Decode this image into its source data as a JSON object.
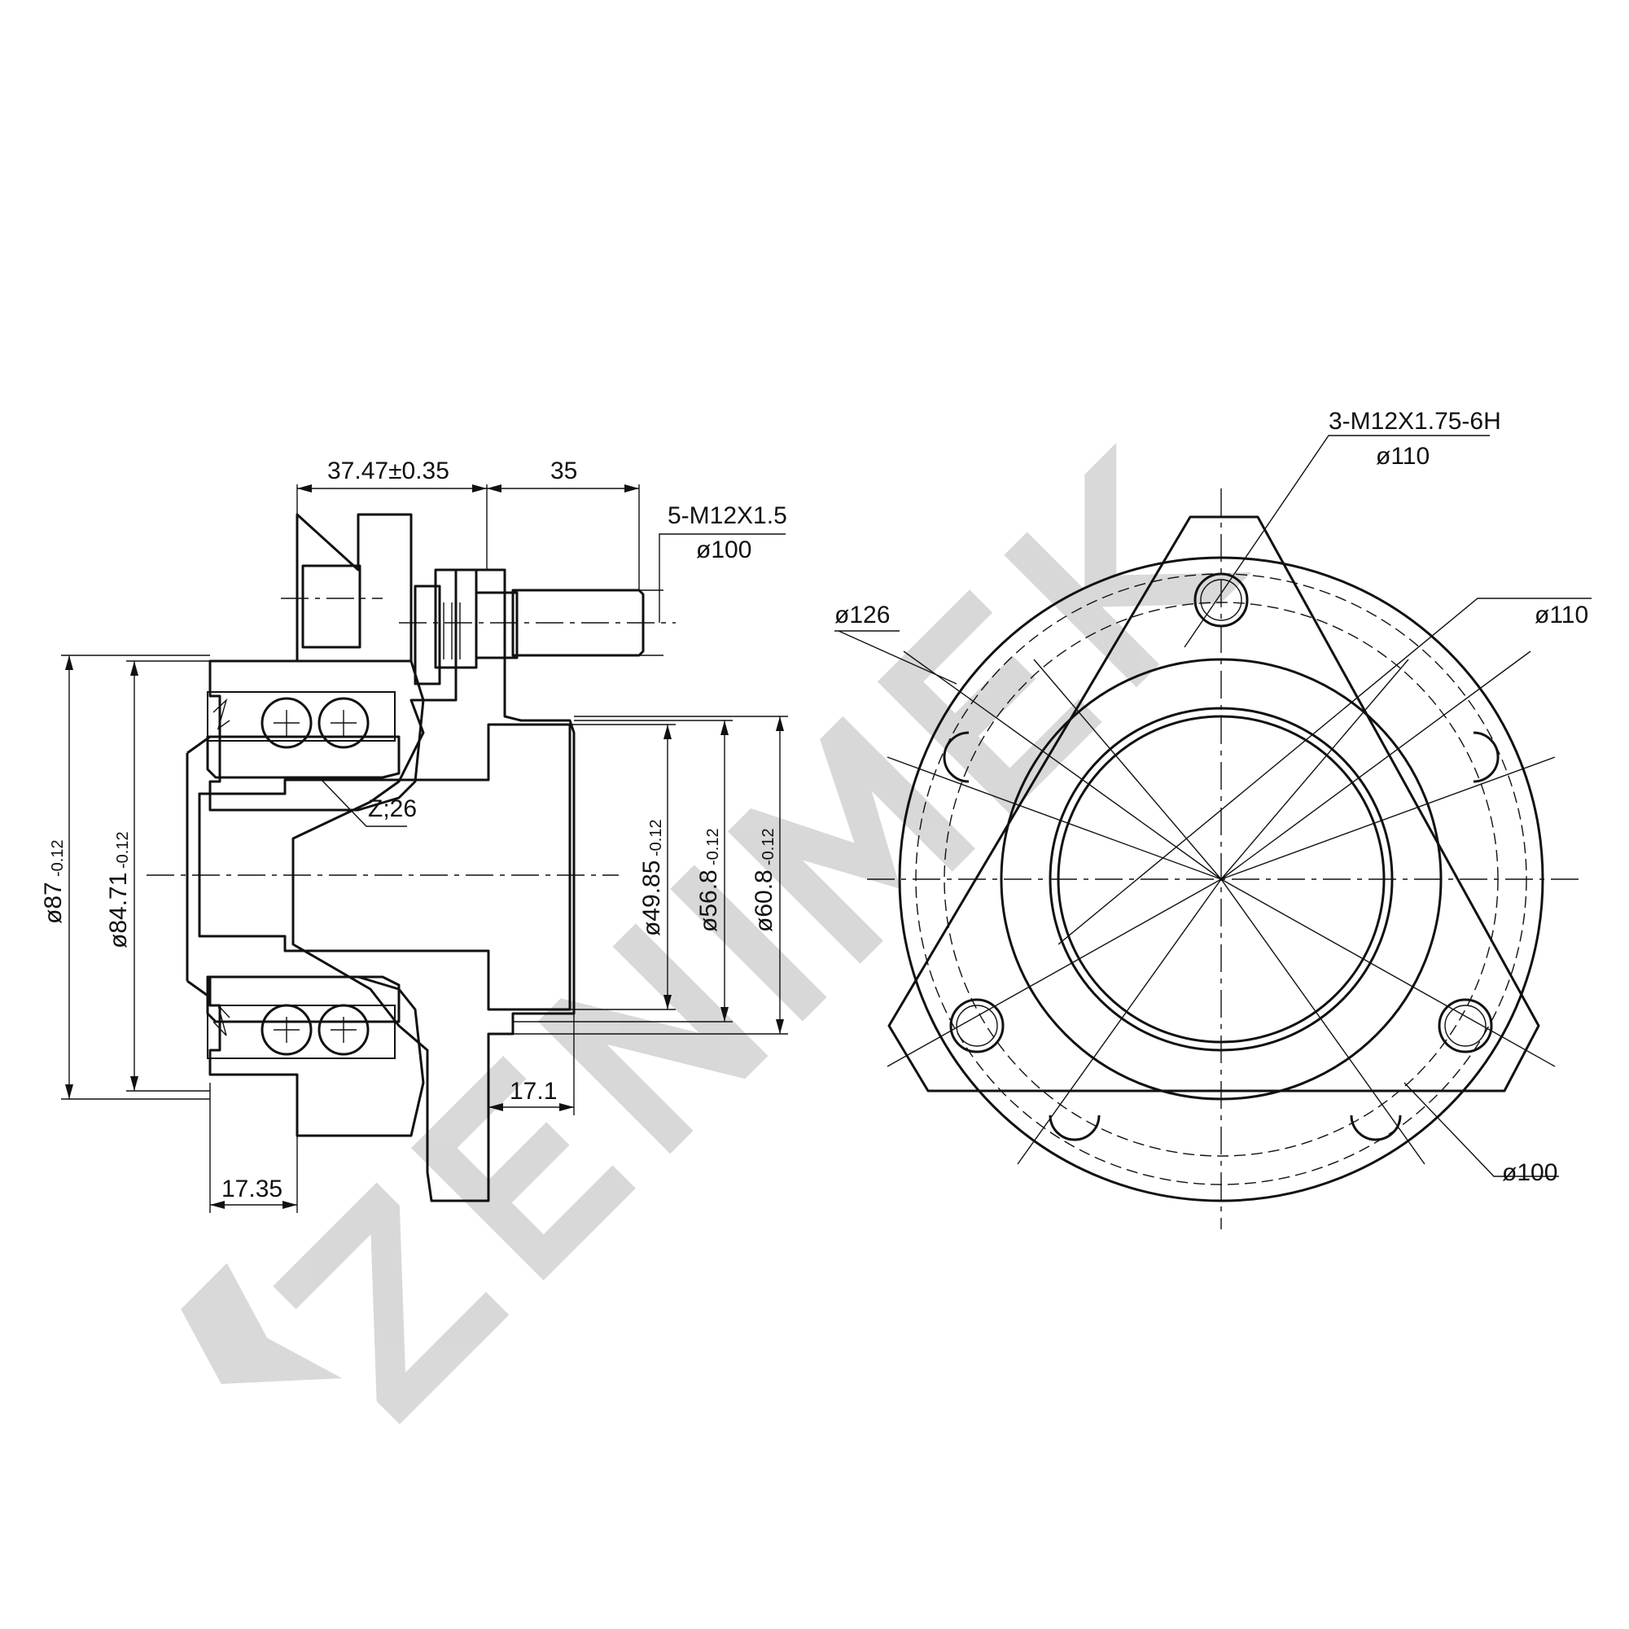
{
  "watermark": {
    "text": "ZENIMEK",
    "color": "#cfcfcf"
  },
  "side_view": {
    "dims": {
      "offset": "37.47±0.35",
      "stud_length": "35",
      "stud_thread": "5-M12X1.5",
      "stud_pcd": "ø100",
      "spline": "Z;26",
      "d_outer_main": "ø87",
      "d_outer_main_tol": "-0.12",
      "d_outer_seat": "ø84.71",
      "d_outer_seat_tol": "-0.12",
      "d_spigot_1": "ø49.85",
      "d_spigot_1_tol": "-0.12",
      "d_spigot_2": "ø56.8",
      "d_spigot_2_tol": "-0.12",
      "d_spigot_3": "ø60.8",
      "d_spigot_3_tol": "-0.12",
      "spigot_length": "17.1",
      "inner_width": "17.35"
    }
  },
  "front_view": {
    "dims": {
      "bolt_thread": "3-M12X1.75-6H",
      "bolt_pcd": "ø110",
      "flange_dia": "ø126",
      "pcd_110": "ø110",
      "pcd_100": "ø100"
    }
  }
}
